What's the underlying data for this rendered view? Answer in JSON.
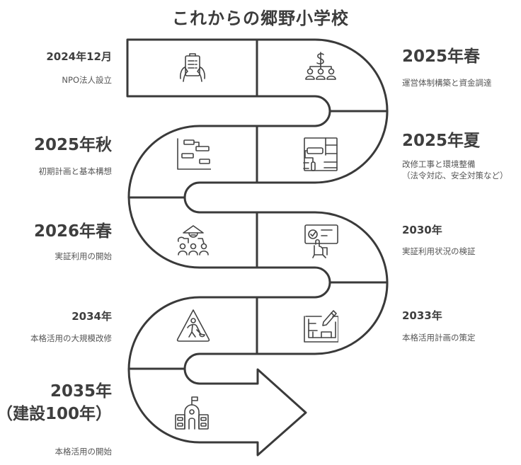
{
  "title": "これからの郷野小学校",
  "colors": {
    "line": "#3a3a3a",
    "text": "#3e3e3e",
    "desc": "#555555"
  },
  "milestones": [
    {
      "date": "2024年12月",
      "description": [
        "NPO法人設立"
      ],
      "side": "left",
      "icon": "clipboard-hands-icon"
    },
    {
      "date": "2025年春",
      "description": [
        "運営体制構築と資金調達"
      ],
      "side": "right",
      "icon": "funding-org-chart-icon"
    },
    {
      "date": "2025年秋",
      "description": [
        "初期計画と基本構想"
      ],
      "side": "left",
      "icon": "flowchart-plan-icon"
    },
    {
      "date": "2025年夏",
      "description": [
        "改修工事と環境整備",
        "（法令対応、安全対策など）"
      ],
      "side": "right",
      "icon": "paint-roller-icon"
    },
    {
      "date": "2026年春",
      "description": [
        "実証利用の開始"
      ],
      "side": "left",
      "icon": "teacher-students-icon"
    },
    {
      "date": "2030年",
      "description": [
        "実証利用状況の検証"
      ],
      "side": "right",
      "icon": "presentation-check-icon"
    },
    {
      "date": "2034年",
      "description": [
        "本格活用の大規模改修"
      ],
      "side": "left",
      "icon": "construction-sign-icon"
    },
    {
      "date": "2033年",
      "description": [
        "本格活用計画の策定"
      ],
      "side": "right",
      "icon": "blueprint-pencil-icon"
    },
    {
      "date": "2035年",
      "date_line2": "（建設100年）",
      "description": [
        "本格活用の開始"
      ],
      "side": "left",
      "icon": "school-building-icon"
    }
  ]
}
